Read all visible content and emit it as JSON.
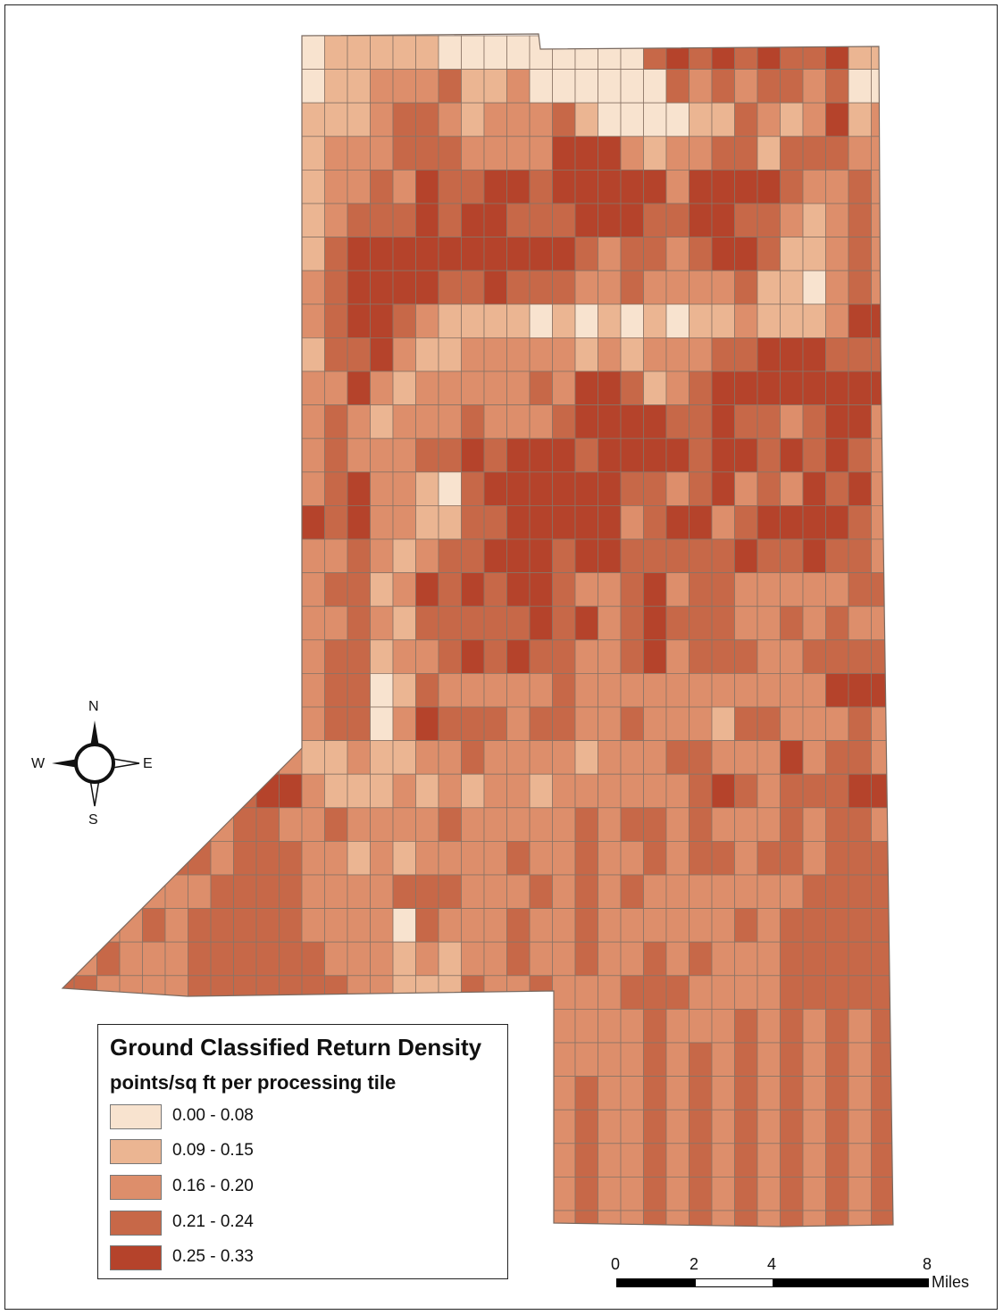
{
  "map": {
    "grid_cols": 26,
    "grid_rows": 36,
    "class_colors": [
      "#f8e3cf",
      "#ebb592",
      "#dd8e6b",
      "#c76848",
      "#b5432b"
    ],
    "grid_line_color": "#8a7466",
    "tile_class_rows": [
      "01111100000000034343433411",
      "01122231120000003232332300",
      "11123321222310000113212412",
      "12223332222444212233133322",
      "12232433443444442444432232",
      "12333434433344433443321232",
      "13444444444432332344311232",
      "23444433433322322223110232",
      "23443211110101010112111244",
      "13342112222212122233444333",
      "22421222223244312344444444",
      "23212223222344443343323442",
      "23222334344434444344343432",
      "23422103444444332342324342",
      "43422113344444234423444432",
      "22321233444344333334334332",
      "23312434344322342332222233",
      "22321333334342343332232322",
      "23312234343322342333223333",
      "23301322222322222222222444",
      "23302433323322322213322232",
      "11211223222212223322242332",
      "21112121221222222343233344",
      "23222232222232332322232332",
      "22121222232232232332332333",
      "22223332223232322222223333",
      "22220322232232222223233333",
      "32221212232232232322233333",
      "33221113223222333222233333",
      "34341334232222232223232323",
      "22223232223222232323232323",
      "22223232223232232323232323",
      "22223232223232232323232323",
      "22223232223232232323232323",
      "22223232223232232323232323",
      "22223232223232232323232323"
    ]
  },
  "compass": {
    "n_label": "N",
    "s_label": "S",
    "e_label": "E",
    "w_label": "W",
    "icon": "compass-rose-icon"
  },
  "legend": {
    "title": "Ground Classified Return Density",
    "subtitle": "points/sq ft per processing tile",
    "items": [
      {
        "label": "0.00 - 0.08",
        "color": "#f8e3cf"
      },
      {
        "label": "0.09 - 0.15",
        "color": "#ebb592"
      },
      {
        "label": "0.16 - 0.20",
        "color": "#dd8e6b"
      },
      {
        "label": "0.21 - 0.24",
        "color": "#c76848"
      },
      {
        "label": "0.25 - 0.33",
        "color": "#b5432b"
      }
    ]
  },
  "scalebar": {
    "ticks": [
      "0",
      "2",
      "4",
      "8"
    ],
    "units": "Miles"
  }
}
